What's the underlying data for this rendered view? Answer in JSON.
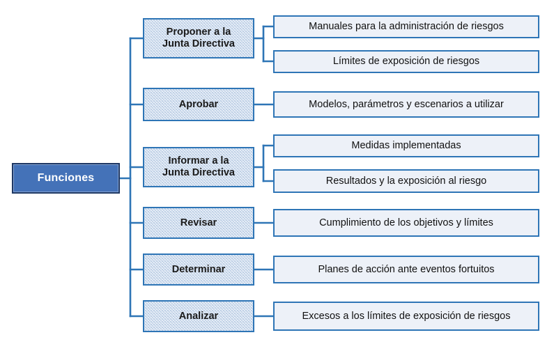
{
  "diagram": {
    "type": "hierarchy-tree",
    "orientation": "left-to-right",
    "colors": {
      "root_fill": "#4472B8",
      "root_border": "#1F3864",
      "root_text": "#FFFFFF",
      "branch_fill": "#EAF0F8",
      "branch_border": "#2E75B6",
      "leaf_fill": "#EDF1F8",
      "leaf_border": "#2E75B6",
      "connector": "#2E75B6",
      "text": "#111111",
      "background": "#FFFFFF"
    },
    "root": {
      "label": "Funciones"
    },
    "branches": [
      {
        "label": "Proponer a la Junta Directiva",
        "line1": "Proponer a la",
        "line2": "Junta Directiva",
        "children": [
          {
            "label": "Manuales para la administración de riesgos"
          },
          {
            "label": "Límites de exposición de riesgos"
          }
        ]
      },
      {
        "label": "Aprobar",
        "line1": "Aprobar",
        "line2": "",
        "children": [
          {
            "label": "Modelos, parámetros y escenarios a utilizar"
          }
        ]
      },
      {
        "label": "Informar a la Junta Directiva",
        "line1": "Informar a la",
        "line2": "Junta Directiva",
        "children": [
          {
            "label": "Medidas implementadas"
          },
          {
            "label": "Resultados y la exposición al riesgo"
          }
        ]
      },
      {
        "label": "Revisar",
        "line1": "Revisar",
        "line2": "",
        "children": [
          {
            "label": "Cumplimiento de los objetivos y límites"
          }
        ]
      },
      {
        "label": "Determinar",
        "line1": "Determinar",
        "line2": "",
        "children": [
          {
            "label": "Planes de acción ante eventos fortuitos"
          }
        ]
      },
      {
        "label": "Analizar",
        "line1": "Analizar",
        "line2": "",
        "children": [
          {
            "label": "Excesos a los límites de exposición de riesgos"
          }
        ]
      }
    ]
  }
}
